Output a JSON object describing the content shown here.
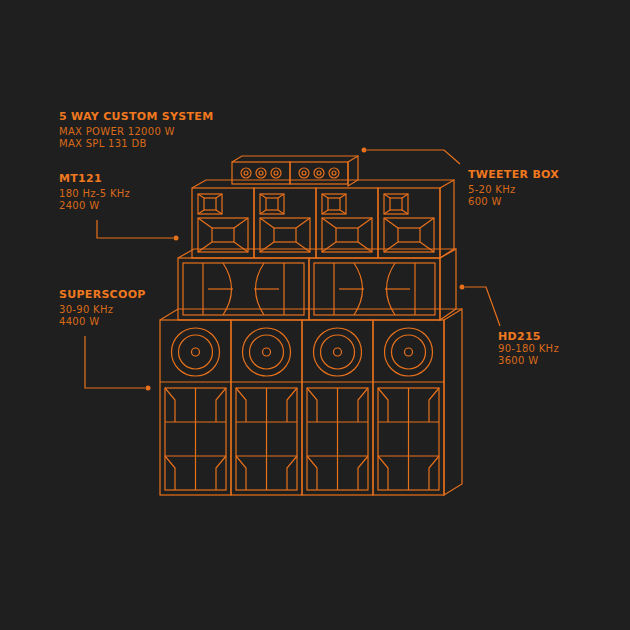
{
  "diagram": {
    "title": "5 WAY CUSTOM SYSTEM",
    "labels": [
      "MAX POWER 12000 W",
      "MAX SPL 131 DB",
      "MT121",
      "180 Hz-5 KHz",
      "2400 W",
      "TWEETER BOX",
      "5-20 KHz",
      "600 W",
      "SUPERSCOOP",
      "30-90 KHz",
      "4400 W",
      "HD215",
      "90-180 KHz",
      "3600 W"
    ]
  }
}
